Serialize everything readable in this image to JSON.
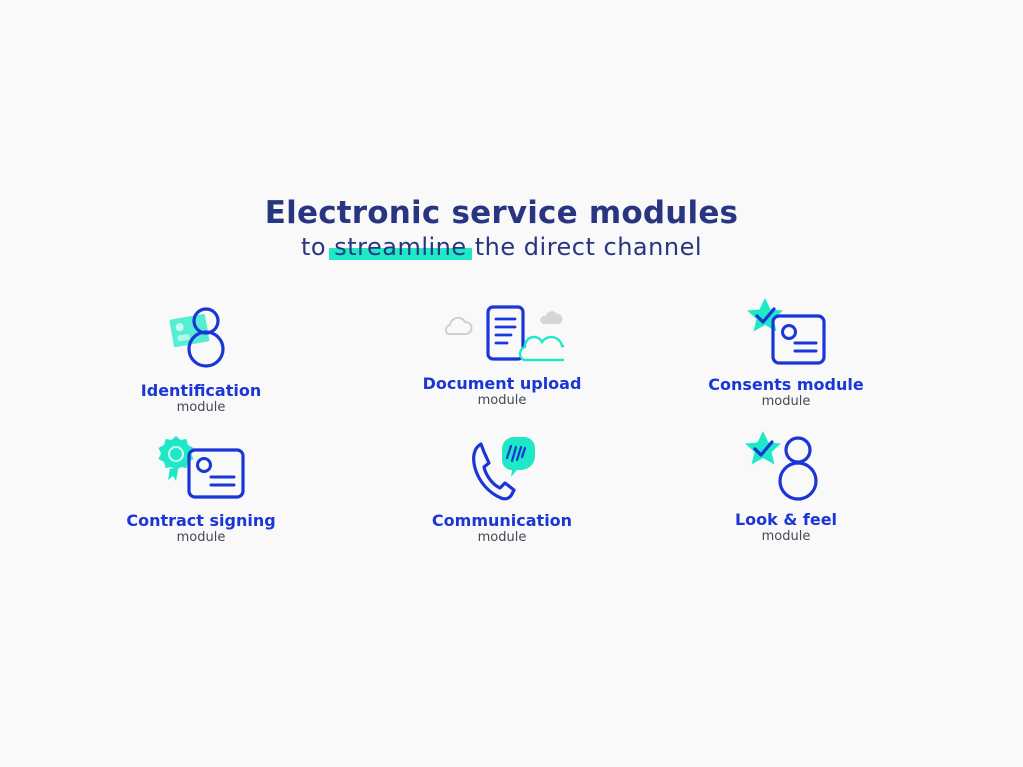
{
  "header": {
    "title": "Electronic service modules",
    "subtitle_before": "to ",
    "subtitle_highlight": "streamline",
    "subtitle_after": " the direct channel"
  },
  "colors": {
    "primary_blue": "#1a36d6",
    "title_navy": "#283580",
    "accent_teal": "#1de9c6",
    "cloud_grey": "#d0d0d0"
  },
  "modules": [
    {
      "name": "Identification",
      "sub": "module",
      "icon": "identification-icon"
    },
    {
      "name": "Document upload",
      "sub": "module",
      "icon": "document-upload-icon"
    },
    {
      "name": "Consents module",
      "sub": "module",
      "icon": "consents-icon"
    },
    {
      "name": "Contract signing",
      "sub": "module",
      "icon": "contract-signing-icon"
    },
    {
      "name": "Communication",
      "sub": "module",
      "icon": "communication-icon"
    },
    {
      "name": "Look & feel",
      "sub": "module",
      "icon": "look-and-feel-icon"
    }
  ]
}
